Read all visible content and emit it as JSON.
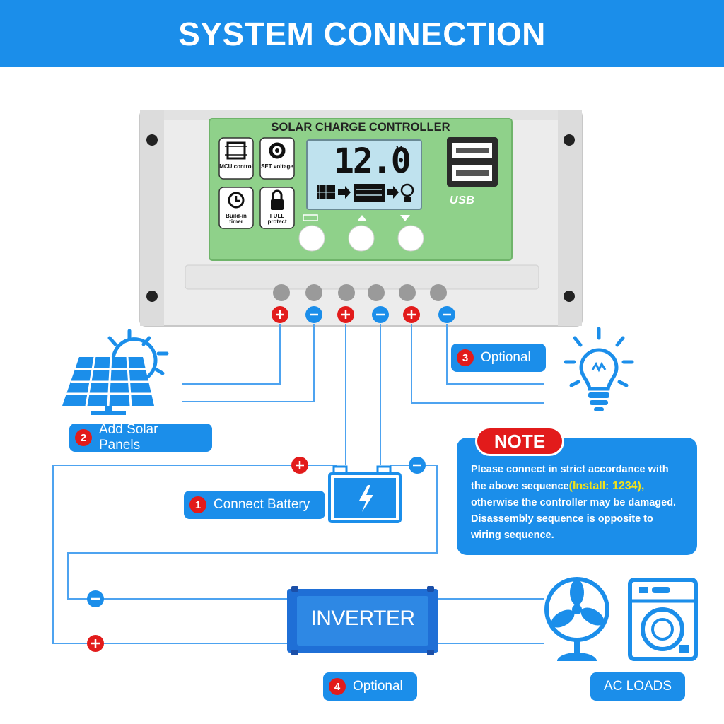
{
  "header": {
    "title": "SYSTEM CONNECTION"
  },
  "controller": {
    "title": "SOLAR CHARGE CONTROLLER",
    "display_value": "12.0",
    "display_unit": "V",
    "features": {
      "mcu": "MCU control",
      "set": "SET voltage",
      "timer": "Build-in timer",
      "protect": "FULL protect"
    },
    "usb_label": "USB"
  },
  "steps": {
    "battery": {
      "number": "1",
      "label": "Connect Battery"
    },
    "solar": {
      "number": "2",
      "label": "Add Solar Panels"
    },
    "load": {
      "number": "3",
      "label": "Optional"
    },
    "inverter": {
      "number": "4",
      "label": "Optional"
    }
  },
  "note": {
    "badge": "NOTE",
    "text_before": "Please connect in strict accordance with the above sequence",
    "highlight": "(Install: 1234),",
    "text_after": " otherwise the controller may be damaged. Disassembly sequence is opposite to wiring sequence."
  },
  "inverter": {
    "label": "INVERTER"
  },
  "ac_loads": {
    "label": "AC LOADS"
  },
  "colors": {
    "accent": "#1b8eea",
    "positive": "#e21b1b",
    "panel_green": "#8fd18a",
    "wire": "#4da3f0"
  },
  "icons": [
    "solar-panel-icon",
    "sun-icon",
    "light-bulb-icon",
    "battery-icon",
    "fan-icon",
    "washing-machine-icon",
    "lightning-icon"
  ]
}
